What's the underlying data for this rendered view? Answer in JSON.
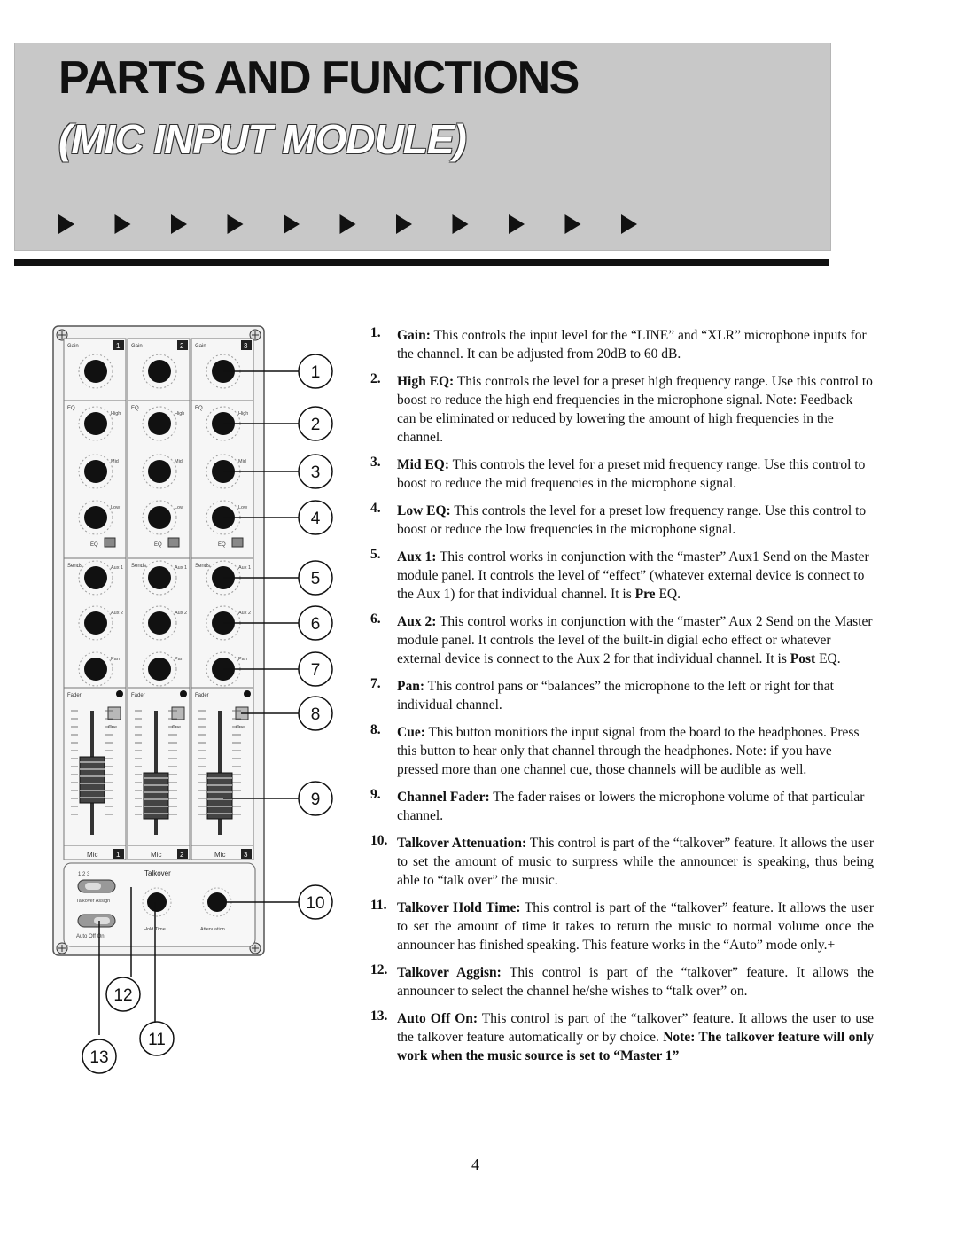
{
  "header": {
    "title": "PARTS AND FUNCTIONS",
    "subtitle": "(MIC INPUT MODULE)",
    "arrow_count": 11
  },
  "panel": {
    "channels": [
      "1",
      "2",
      "3"
    ],
    "gain_label": "Gain",
    "eq_label": "EQ",
    "eq_knobs": [
      "High",
      "Mid",
      "Low"
    ],
    "sends_label": "Sends",
    "send_knobs": [
      "Aux 1",
      "Aux 2",
      "Pan"
    ],
    "fader_label": "Fader",
    "cue_label": "Cue",
    "channel_label": "Mic",
    "talkover_label": "Talkover",
    "talkover_assign_label": "Talkover Assign",
    "assign_positions": "1  2  3",
    "auto_off_on": "Auto  Off  On",
    "hold_time_label": "Hold Time",
    "attenuation_label": "Attenuation",
    "callouts": [
      "1",
      "2",
      "3",
      "4",
      "5",
      "6",
      "7",
      "8",
      "9",
      "10",
      "11",
      "12",
      "13"
    ]
  },
  "items": [
    {
      "num": "1.",
      "label": "Gain:",
      "text": " This controls the input level for the “LINE” and “XLR” microphone inputs for the channel. It can be adjusted from 20dB to 60 dB."
    },
    {
      "num": "2.",
      "label": "High EQ:",
      "text": " This controls the level for a preset high frequency range. Use this control to boost ro reduce the high end frequencies in the microphone signal. Note: Feedback can be eliminated or reduced by lowering the amount of high frequencies in the channel."
    },
    {
      "num": "3.",
      "label": "Mid EQ:",
      "text": " This controls the  level for a preset mid frequency range. Use this control to boost ro reduce the mid frequencies in the microphone signal."
    },
    {
      "num": "4.",
      "label": "Low EQ:",
      "text": " This controls the  level for a preset low frequency range. Use this control to boost or reduce the low frequencies in the microphone signal."
    },
    {
      "num": "5.",
      "label": "Aux 1:",
      "text": " This control works in conjunction with the “master” Aux1 Send on the Master module panel. It controls the level of “effect” (whatever external device is connect to the Aux 1) for that individual channel. It is ",
      "bold_word": "Pre",
      "tail": " EQ."
    },
    {
      "num": "6.",
      "label": "Aux 2:",
      "text": " This control works in conjunction with the “master” Aux 2 Send on the Master module panel. It controls the level of the built-in digial echo effect or whatever external device is connect to the Aux 2 for that individual channel. It is ",
      "bold_word": "Post",
      "tail": " EQ."
    },
    {
      "num": "7.",
      "label": "Pan:",
      "text": " This control pans or “balances” the microphone to the left or right for that individual channel."
    },
    {
      "num": "8.",
      "label": "Cue:",
      "text": " This button monitiors the input signal from the board to the headphones. Press this button to hear only that channel through the headphones. Note: if you have pressed more than one channel cue,  those channels will be audible as well."
    },
    {
      "num": "9.",
      "label": "Channel Fader:",
      "text": " The fader raises or lowers the microphone volume of that particular channel."
    },
    {
      "num": "10.",
      "label": "Talkover Attenuation:",
      "text": " This control is part of the “talkover” feature. It allows the user to set the amount of music to surpress while the announcer is speaking, thus being able to “talk over” the music."
    },
    {
      "num": "11.",
      "label": "Talkover Hold Time:",
      "text": " This control is part of  the “talkover”  feature. It allows the user to set the amount of time it takes to return the music to normal volume once the announcer has finished speaking. This feature works in the “Auto” mode only.+"
    },
    {
      "num": "12.",
      "label": "Talkover Aggisn:",
      "text": " This control is part of  the “talkover”  feature. It allows the announcer to select the channel he/she wishes to “talk over” on."
    },
    {
      "num": "13.",
      "label": "Auto Off On:",
      "text": " This control is part of  the “talkover”  feature. It allows the user to use the talkover feature automatically or by choice. ",
      "note": "Note: The talkover feature will only work when the music source is set  to “Master 1”"
    }
  ],
  "page_number": "4"
}
